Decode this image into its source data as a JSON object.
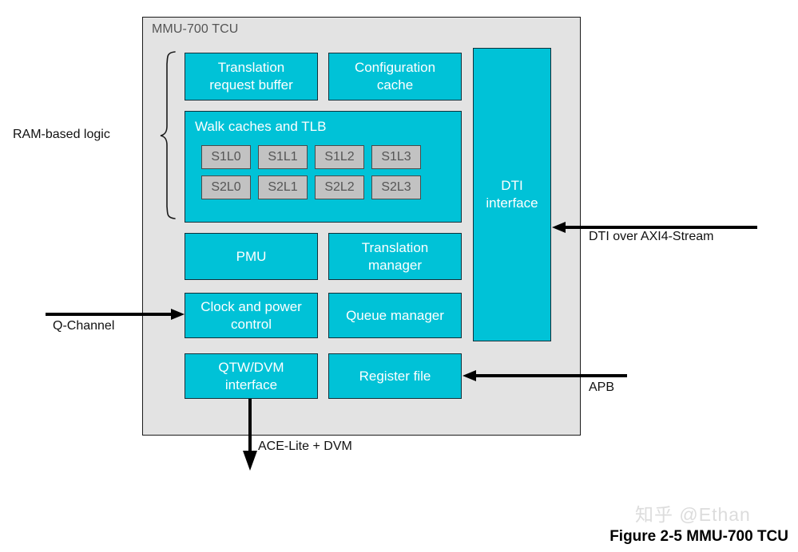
{
  "figure": {
    "caption": "Figure 2-5  MMU-700 TCU",
    "watermark": "知乎 @Ethan"
  },
  "container": {
    "title": "MMU-700 TCU"
  },
  "annotations": {
    "ram_based_logic": "RAM-based logic"
  },
  "blocks": {
    "translation_request_buffer": "Translation\nrequest buffer",
    "translation_request_buffer_line1": "Translation",
    "translation_request_buffer_line2": "request buffer",
    "configuration_cache_line1": "Configuration",
    "configuration_cache_line2": "cache",
    "walk_caches_title": "Walk caches and TLB",
    "pmu": "PMU",
    "translation_manager_line1": "Translation",
    "translation_manager_line2": "manager",
    "clock_power_line1": "Clock and power",
    "clock_power_line2": "control",
    "queue_manager": "Queue manager",
    "qtw_dvm_line1": "QTW/DVM",
    "qtw_dvm_line2": "interface",
    "register_file": "Register file",
    "dti_interface_line1": "DTI",
    "dti_interface_line2": "interface"
  },
  "cache_cells": [
    "S1L0",
    "S1L1",
    "S1L2",
    "S1L3",
    "S2L0",
    "S2L1",
    "S2L2",
    "S2L3"
  ],
  "connectors": {
    "q_channel": "Q-Channel",
    "dti_over_axi4_stream": "DTI over AXI4-Stream",
    "apb": "APB",
    "ace_lite_dvm": "ACE-Lite + DVM"
  },
  "colors": {
    "block_fill": "#00c2d7",
    "block_border": "#10303a",
    "container_fill": "#e3e3e3",
    "container_border": "#1a1a1a",
    "cache_cell_fill": "#c2c2c2",
    "cache_cell_border": "#4a4a4a",
    "block_text": "#ffffff",
    "cache_cell_text": "#555555",
    "arrow": "#000000"
  }
}
